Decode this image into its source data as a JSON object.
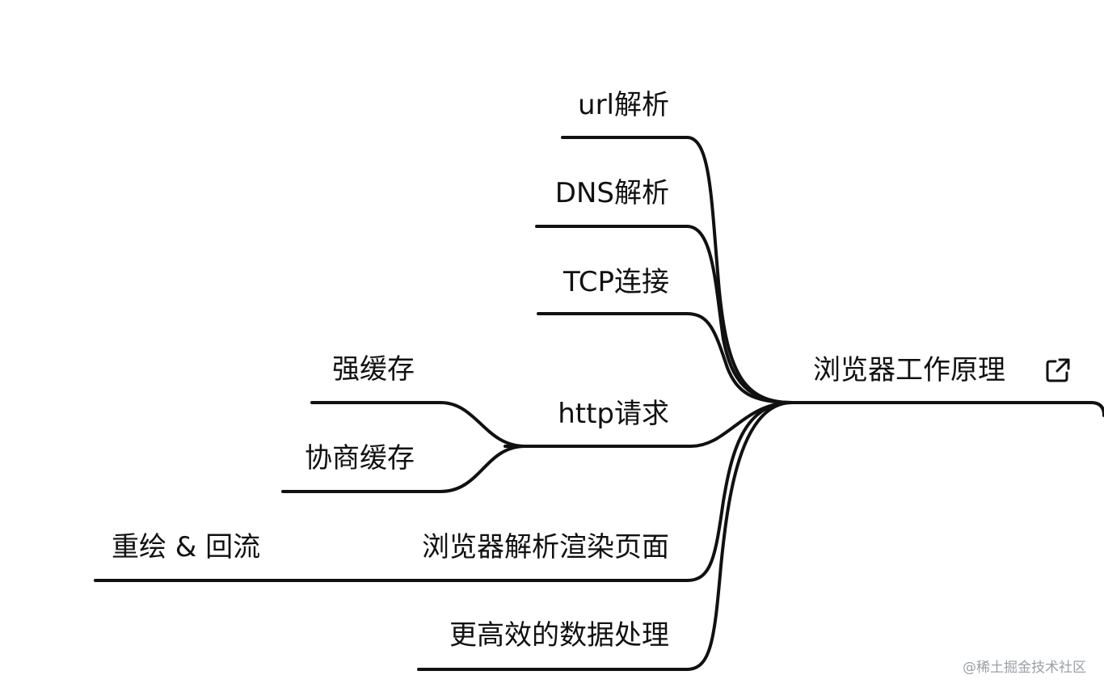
{
  "mindmap": {
    "root": {
      "label": "浏览器工作原理",
      "icon": "external-link-icon"
    },
    "branches": [
      {
        "label": "url解析",
        "children": []
      },
      {
        "label": "DNS解析",
        "children": []
      },
      {
        "label": "TCP连接",
        "children": []
      },
      {
        "label": "http请求",
        "children": [
          "强缓存",
          "协商缓存"
        ]
      },
      {
        "label": "浏览器解析渲染页面",
        "children": [
          "重绘 & 回流"
        ]
      },
      {
        "label": "更高效的数据处理",
        "children": []
      }
    ]
  },
  "watermark": "@稀土掘金技术社区",
  "colors": {
    "line": "#111111",
    "text": "#111111",
    "watermark": "#9aa0a6",
    "background": "#ffffff"
  }
}
